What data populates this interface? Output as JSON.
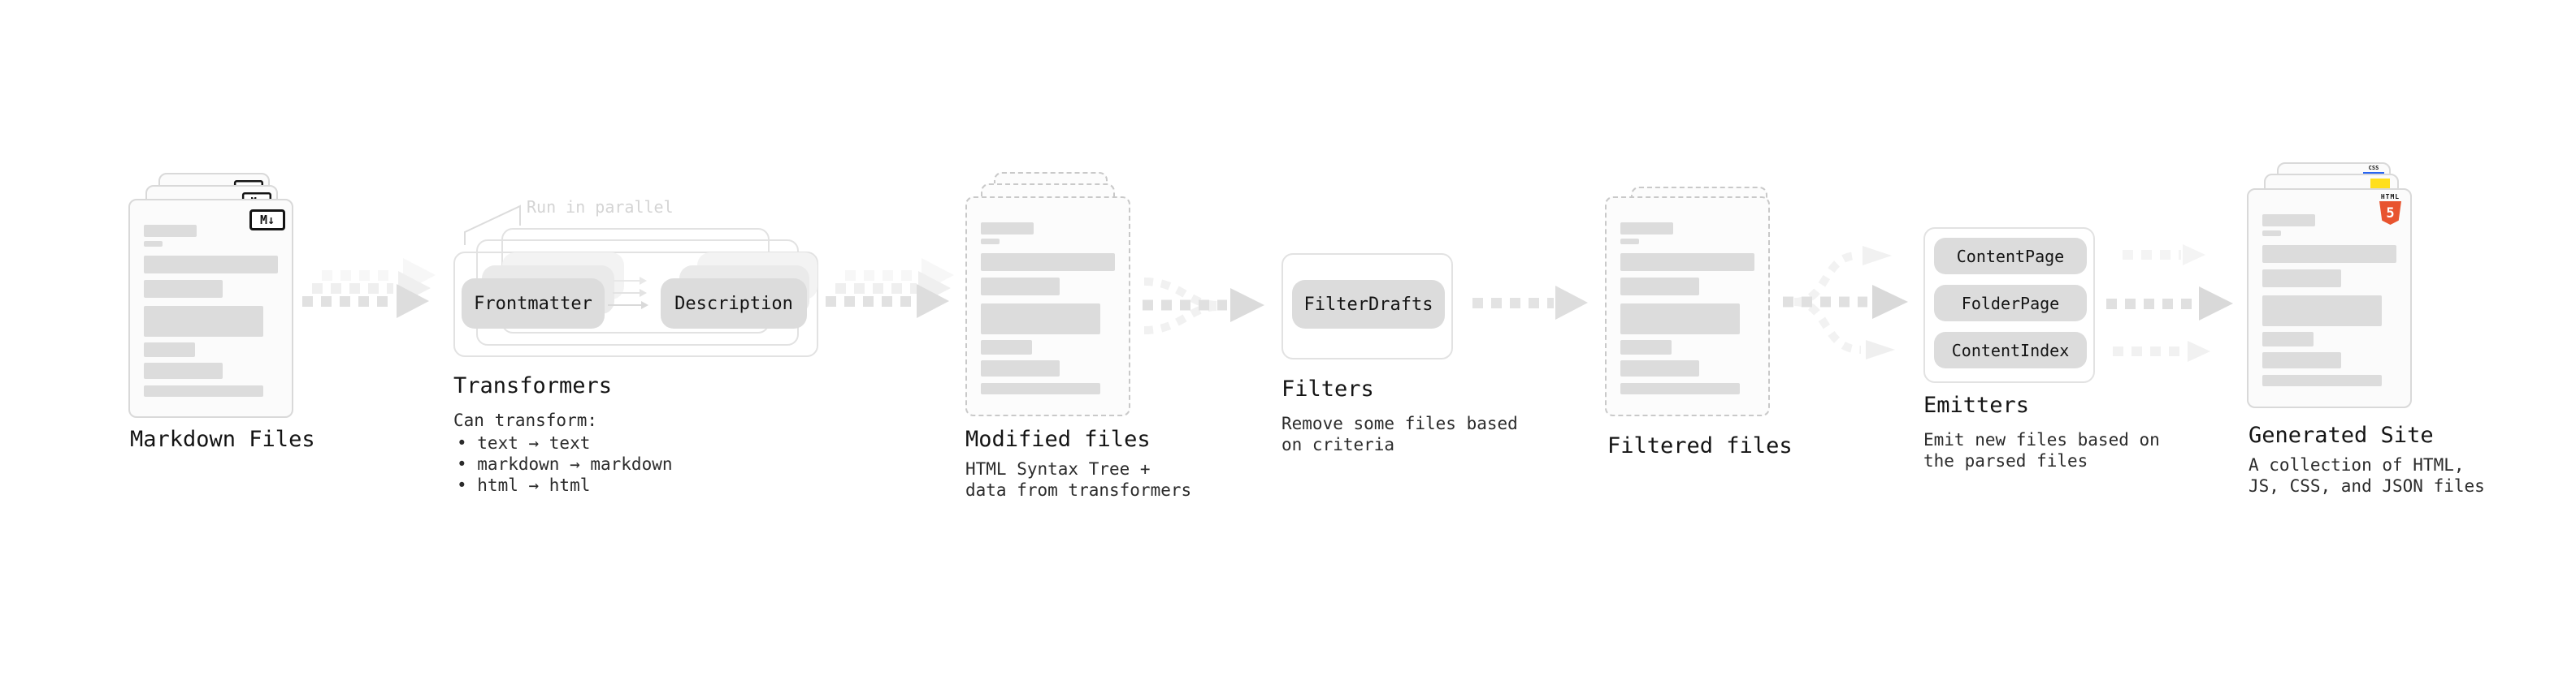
{
  "diagram": {
    "markdown": {
      "label": "Markdown Files",
      "badge": "M↓"
    },
    "transformers": {
      "label": "Transformers",
      "annotation": "Run in parallel",
      "pills": [
        "Frontmatter",
        "Description"
      ],
      "desc_title": "Can transform:",
      "bullets": [
        "• text → text",
        "• markdown → markdown",
        "• html → html"
      ]
    },
    "modified": {
      "label": "Modified files",
      "desc1": "HTML Syntax Tree +",
      "desc2": "data from transformers"
    },
    "filters": {
      "label": "Filters",
      "pill": "FilterDrafts",
      "desc1": "Remove some files based",
      "desc2": "on criteria"
    },
    "filtered": {
      "label": "Filtered files"
    },
    "emitters": {
      "label": "Emitters",
      "pills": [
        "ContentPage",
        "FolderPage",
        "ContentIndex"
      ],
      "desc1": "Emit new files based on",
      "desc2": "the parsed files"
    },
    "generated": {
      "label": "Generated Site",
      "desc1": "A collection of HTML,",
      "desc2": "JS, CSS, and JSON files",
      "html5_text": "HTML",
      "html5_number": "5",
      "css_text": "CSS"
    }
  },
  "colors": {
    "html5_orange": "#e8542f",
    "js_yellow": "#ffdf1e",
    "css_blue": "#2965f1",
    "arrow_gray": "#e1e1e1",
    "card_border": "#d9d9d9",
    "text_dark": "#141414"
  }
}
